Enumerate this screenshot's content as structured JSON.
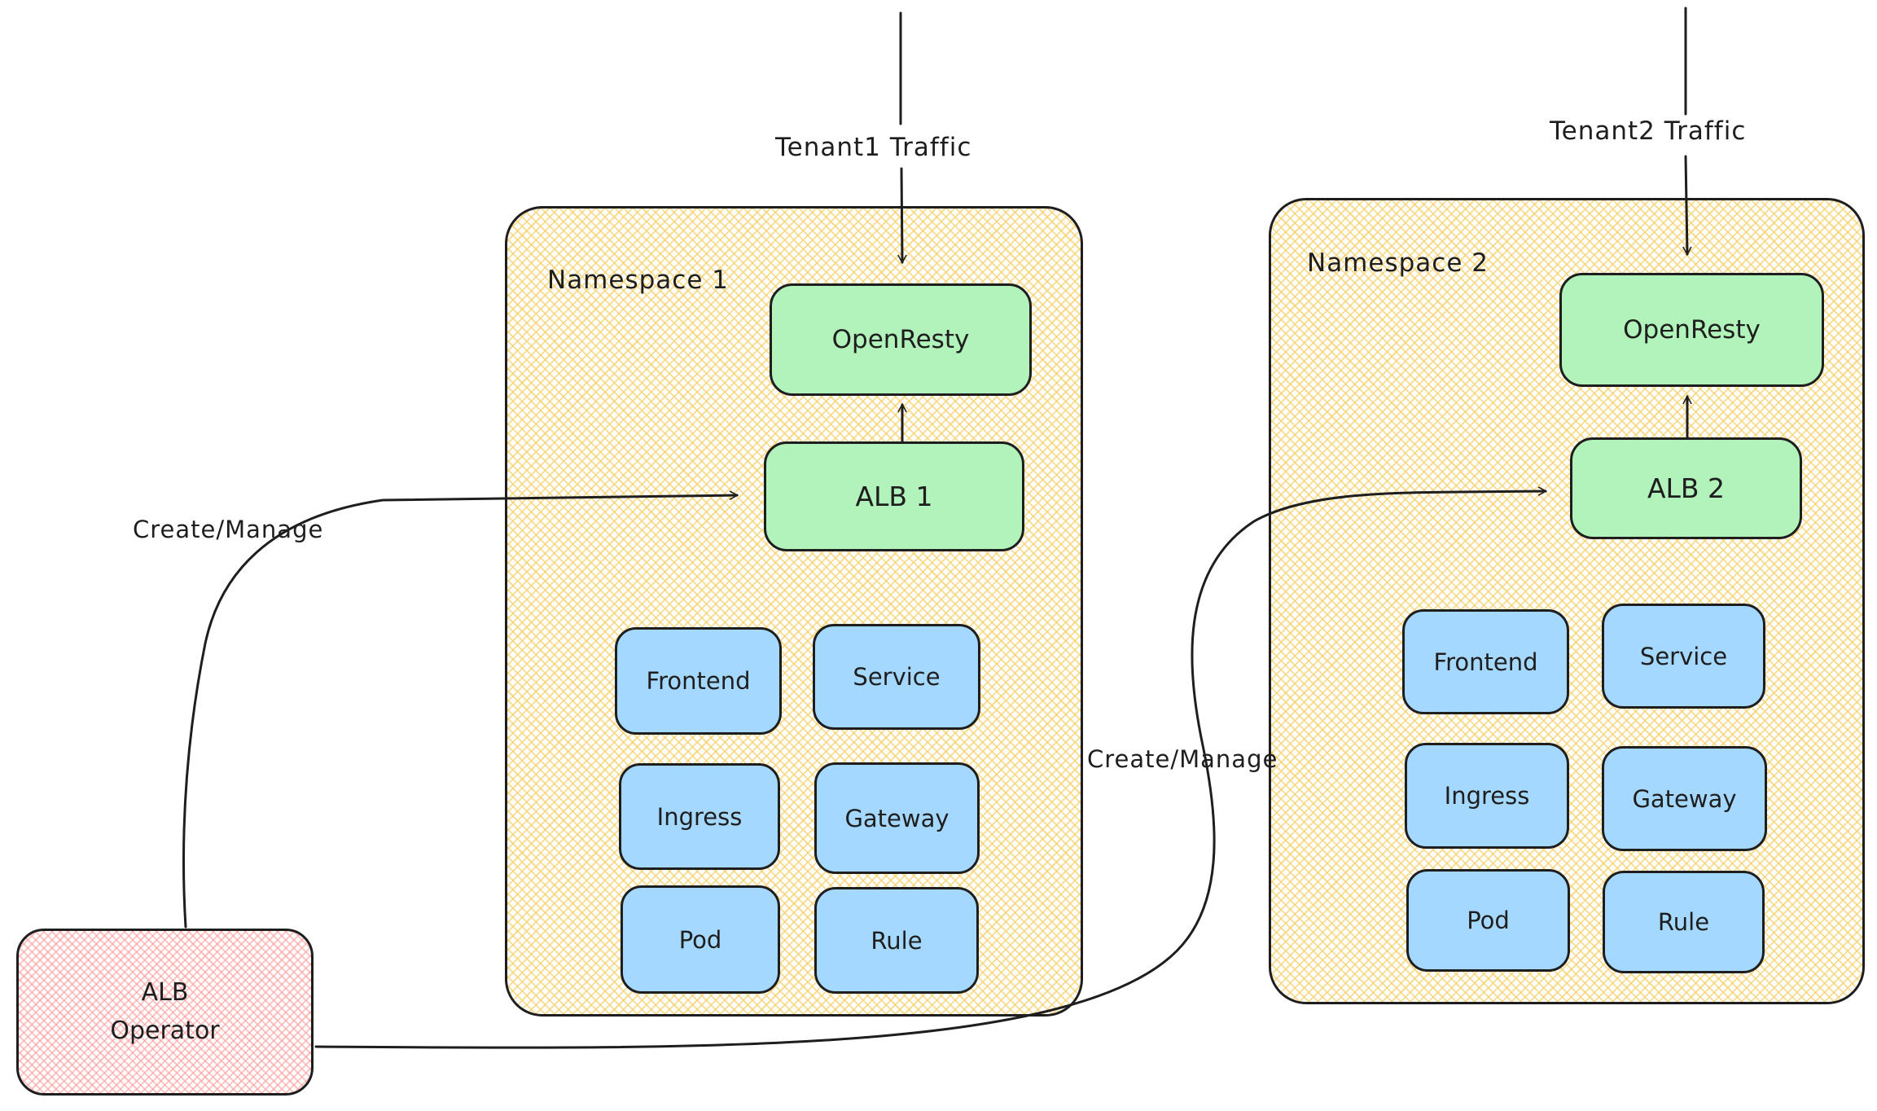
{
  "diagram": {
    "colors": {
      "stroke": "#1e1e1e",
      "namespace_hatch": "#f6d06a",
      "proxy_fill": "#b2f2bb",
      "resource_fill": "#a5d8ff",
      "operator_hatch": "#ff9e9e",
      "background": "#ffffff"
    },
    "tenant1_label": "Tenant1 Traffic",
    "tenant2_label": "Tenant2 Traffic",
    "create_manage_left": "Create/Manage",
    "create_manage_right": "Create/Manage",
    "operator": {
      "line1": "ALB",
      "line2": "Operator"
    },
    "namespaces": [
      {
        "title": "Namespace 1",
        "proxy": "OpenResty",
        "alb": "ALB 1",
        "resources": [
          "Frontend",
          "Service",
          "Ingress",
          "Gateway",
          "Pod",
          "Rule"
        ]
      },
      {
        "title": "Namespace 2",
        "proxy": "OpenResty",
        "alb": "ALB 2",
        "resources": [
          "Frontend",
          "Service",
          "Ingress",
          "Gateway",
          "Pod",
          "Rule"
        ]
      }
    ]
  }
}
